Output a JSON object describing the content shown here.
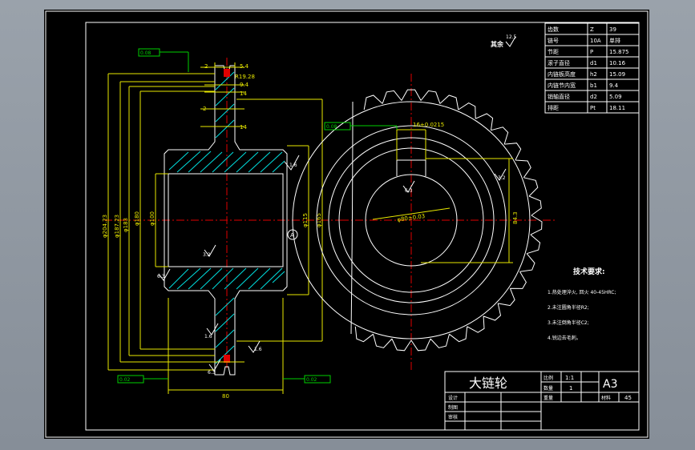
{
  "colors": {
    "background": "#000000",
    "outline": "#ffffff",
    "dimension": "#e8e800",
    "centerline": "#e00000",
    "hatch": "#00e0e0",
    "leader": "#00d000"
  },
  "title_block": {
    "part_name": "大链轮",
    "scale_label": "比例",
    "scale_value": "1:1",
    "qty_label": "数量",
    "qty_value": "1",
    "weight_label": "重量",
    "material_label": "材料",
    "material_value": "45",
    "sheet_size": "A3",
    "designer": "设计",
    "drafter": "制图",
    "reviewer": "审核"
  },
  "param_table": [
    {
      "name": "齿数",
      "sym": "Z",
      "val": "39"
    },
    {
      "name": "链号",
      "sym": "10A",
      "val": "单排"
    },
    {
      "name": "节距",
      "sym": "P",
      "val": "15.875"
    },
    {
      "name": "滚子直径",
      "sym": "d1",
      "val": "10.16"
    },
    {
      "name": "内链板高度",
      "sym": "h2",
      "val": "15.09"
    },
    {
      "name": "内链节内宽",
      "sym": "b1",
      "val": "9.4"
    },
    {
      "name": "销轴直径",
      "sym": "d2",
      "val": "5.09"
    },
    {
      "name": "排距",
      "sym": "Pt",
      "val": "18.11"
    }
  ],
  "roughness_note": "其余",
  "roughness_value": "12.5",
  "tech_req": {
    "title": "技术要求:",
    "items": [
      "1.热处理淬火, 回火 40-45HRC;",
      "2.未注圆角半径R2;",
      "3.未注倒角半径C2;",
      "4.锐边去毛刺。"
    ]
  },
  "dims": {
    "d1": "φ204.23",
    "d2": "φ187.23",
    "d3": "φ183",
    "d4": "φ180",
    "d5": "φ100",
    "d6": "φ115",
    "d7": "φ165",
    "width": "80",
    "top_5_4": "5.4",
    "top_2": "2",
    "r19": "R19.28",
    "w9_4": "9.4",
    "w14": "14",
    "w2b": "2",
    "w14b": "14",
    "key_width": "16±0.0215",
    "bore": "φ80±0.03",
    "key_depth": "84.3",
    "tol1": "0.08",
    "tol2": "0.08",
    "tol3": "0.02",
    "tol4": "0.02",
    "tol_sym": "A",
    "datum": "A",
    "ra_a": "1.6",
    "ra_b": "3.2",
    "ra_c": "6.3",
    "ra_d": "1.6",
    "ra_e": "6.3",
    "ra_f": "1.6",
    "ra_g": "6.3",
    "ra_h": "3.2",
    "ra_i": "1.6"
  }
}
